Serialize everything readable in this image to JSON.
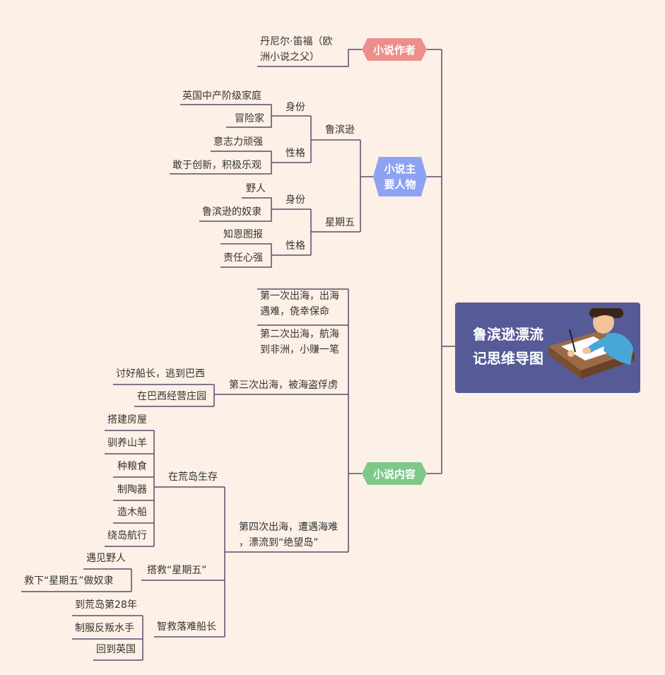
{
  "root": {
    "title_line1": "鲁滨逊漂流",
    "title_line2": "记思维导图"
  },
  "branches": {
    "author": {
      "label": "小说作者",
      "color": "#ec8f8c",
      "item_line1": "丹尼尔·笛福（欧",
      "item_line2": "洲小说之父）"
    },
    "characters": {
      "label_line1": "小说主",
      "label_line2": "要人物",
      "color": "#8ea2f2",
      "robinson": {
        "name": "鲁滨逊",
        "identity": {
          "label": "身份",
          "items": [
            "英国中产阶级家庭",
            "冒险家"
          ]
        },
        "personality": {
          "label": "性格",
          "items": [
            "意志力顽强",
            "敢于创新，积极乐观"
          ]
        }
      },
      "friday": {
        "name": "星期五",
        "identity": {
          "label": "身份",
          "items": [
            "野人",
            "鲁滨逊的奴隶"
          ]
        },
        "personality": {
          "label": "性格",
          "items": [
            "知恩图报",
            "责任心强"
          ]
        }
      }
    },
    "content": {
      "label": "小说内容",
      "color": "#7ec88a",
      "voyage1_line1": "第一次出海，出海",
      "voyage1_line2": "遇难，侥幸保命",
      "voyage2_line1": "第二次出海，航海",
      "voyage2_line2": "到非洲，小赚一笔",
      "voyage3": {
        "label": "第三次出海，被海盗俘虏",
        "items": [
          "讨好船长，逃到巴西",
          "在巴西经营庄园"
        ]
      },
      "voyage4": {
        "label_line1": "第四次出海，遭遇海难",
        "label_line2": "，漂流到“绝望岛”",
        "survive": {
          "label": "在荒岛生存",
          "items": [
            "搭建房屋",
            "驯养山羊",
            "种粮食",
            "制陶器",
            "造木船",
            "绕岛航行"
          ]
        },
        "rescue_friday": {
          "label": "搭救“星期五”",
          "items": [
            "遇见野人",
            "救下“星期五”做奴隶"
          ]
        },
        "rescue_captain": {
          "label": "智救落难船长",
          "items": [
            "到荒岛第28年",
            "制服反叛水手",
            "回到英国"
          ]
        }
      }
    }
  }
}
